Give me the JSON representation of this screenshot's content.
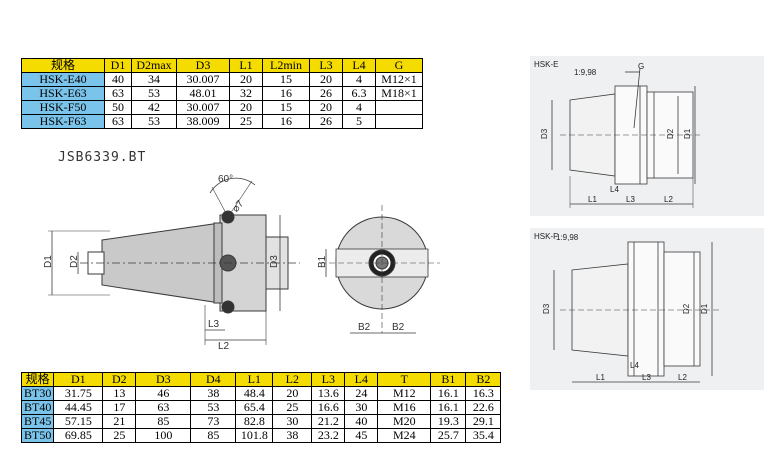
{
  "hsk_table": {
    "headers": [
      "规格",
      "D1",
      "D2max",
      "D3",
      "L1",
      "L2min",
      "L3",
      "L4",
      "G"
    ],
    "rows": [
      [
        "HSK-E40",
        "40",
        "34",
        "30.007",
        "20",
        "15",
        "20",
        "4",
        "M12×1"
      ],
      [
        "HSK-E63",
        "63",
        "53",
        "48.01",
        "32",
        "16",
        "26",
        "6.3",
        "M18×1"
      ],
      [
        "HSK-F50",
        "50",
        "42",
        "30.007",
        "20",
        "15",
        "20",
        "4",
        ""
      ],
      [
        "HSK-F63",
        "63",
        "53",
        "38.009",
        "25",
        "16",
        "26",
        "5",
        ""
      ]
    ]
  },
  "bt_table": {
    "headers": [
      "规格",
      "D1",
      "D2",
      "D3",
      "D4",
      "L1",
      "L2",
      "L3",
      "L4",
      "T",
      "B1",
      "B2"
    ],
    "rows": [
      [
        "BT30",
        "31.75",
        "13",
        "46",
        "38",
        "48.4",
        "20",
        "13.6",
        "24",
        "M12",
        "16.1",
        "16.3"
      ],
      [
        "BT40",
        "44.45",
        "17",
        "63",
        "53",
        "65.4",
        "25",
        "16.6",
        "30",
        "M16",
        "16.1",
        "22.6"
      ],
      [
        "BT45",
        "57.15",
        "21",
        "85",
        "73",
        "82.8",
        "30",
        "21.2",
        "40",
        "M20",
        "19.3",
        "29.1"
      ],
      [
        "BT50",
        "69.85",
        "25",
        "100",
        "85",
        "101.8",
        "38",
        "23.2",
        "45",
        "M24",
        "25.7",
        "35.4"
      ]
    ]
  },
  "bt_drawing": {
    "caption": "JSB6339.BT",
    "angle": "60°",
    "dim_d7": "⌀7",
    "labels": {
      "d1": "D1",
      "d2": "D2",
      "d3": "D3",
      "l2": "L2",
      "l3": "L3",
      "b1": "B1",
      "b2a": "B2",
      "b2b": "B2"
    }
  },
  "hsk_e_drawing": {
    "title": "HSK-E",
    "taper": "1:9,98",
    "labels": {
      "g": "G",
      "d3": "D3",
      "d2": "D2",
      "d1": "D1",
      "l1": "L1",
      "l3": "L3",
      "l2": "L2",
      "l4": "L4"
    }
  },
  "hsk_f_drawing": {
    "title": "HSK-F",
    "taper": "1:9,98",
    "labels": {
      "d3": "D3",
      "d2": "D2",
      "d1": "D1",
      "l1": "L1",
      "l3": "L3",
      "l2": "L2",
      "l4": "L4"
    }
  },
  "colors": {
    "header": "#f5dc00",
    "rowhead": "#7ac3ea",
    "panel": "#eef0f2",
    "line": "#3a3a3a"
  }
}
